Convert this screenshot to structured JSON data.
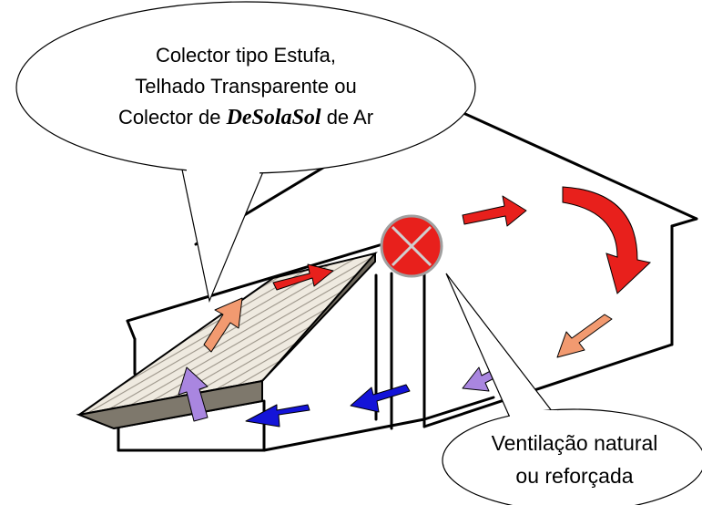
{
  "callout_collector": {
    "line1": "Colector tipo Estufa,",
    "line2": "Telhado Transparente ou",
    "line3_prefix": "Colector de ",
    "line3_brand": "DeSolaSol",
    "line3_suffix": " de Ar"
  },
  "callout_ventilation": {
    "line1": "Ventilação natural",
    "line2": "ou reforçada"
  },
  "colors": {
    "outline": "#000000",
    "fan_red": "#e8201c",
    "arrow_red": "#e8201c",
    "arrow_salmon": "#f29a70",
    "arrow_lavender": "#a986e0",
    "arrow_blue": "#1414d8",
    "collector_top": "#d9d2c4",
    "collector_side": "#7a7468"
  },
  "icons": {
    "fan": "fan-x-circle-icon",
    "rotation": "curved-arrow-icon"
  }
}
